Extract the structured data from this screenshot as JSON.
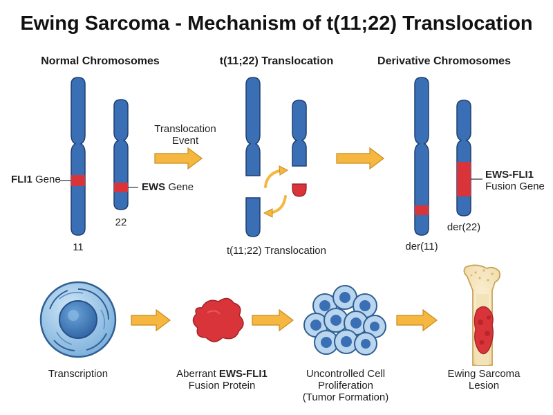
{
  "title": "Ewing Sarcoma - Mechanism of t(11;22) Translocation",
  "panels": {
    "normal": "Normal Chromosomes",
    "translocation": "t(11;22) Translocation",
    "derivative": "Derivative Chromosomes"
  },
  "labels": {
    "fli1_gene_bold": "FLI1",
    "fli1_gene_rest": " Gene",
    "ews_gene_bold": "EWS",
    "ews_gene_rest": " Gene",
    "chr11": "11",
    "chr22": "22",
    "event_line1": "Translocation",
    "event_line2": "Event",
    "translocation_caption": "t(11;22) Translocation",
    "fusion_gene_bold": "EWS-FLI1",
    "fusion_gene_rest": "Fusion Gene",
    "der11": "der(11)",
    "der22": "der(22)"
  },
  "steps": {
    "transcription": "Transcription",
    "protein_prefix": "Aberrant ",
    "protein_bold": "EWS-FLI1",
    "protein_line2": "Fusion Protein",
    "proliferation_line1": "Uncontrolled Cell",
    "proliferation_line2": "Proliferation",
    "proliferation_line3": "(Tumor Formation)",
    "lesion_line1": "Ewing Sarcoma",
    "lesion_line2": "Lesion"
  },
  "colors": {
    "chromosome": "#3a6fb5",
    "chromosome_outline": "#1e3f6e",
    "gene_band": "#d8343a",
    "arrow": "#f5b740",
    "arrow_outline": "#c98c1a"
  }
}
